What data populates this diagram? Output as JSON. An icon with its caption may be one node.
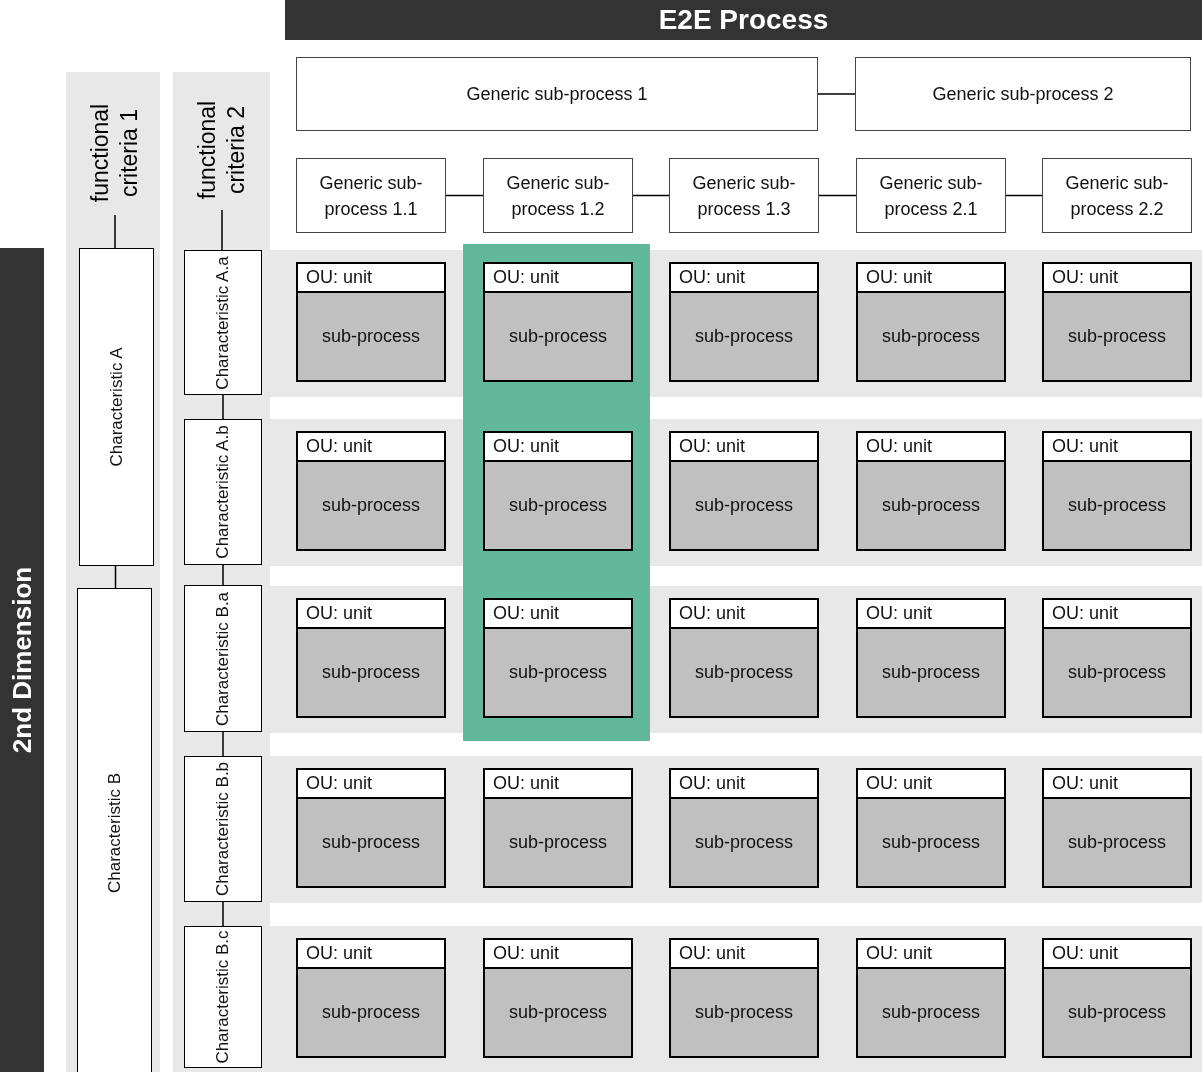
{
  "diagram": {
    "nodes": [
      {
        "text": [
          "E2E Process"
        ]
      },
      {
        "text": [
          "2nd Dimension"
        ]
      },
      {
        "text": [
          "functional criteria 1"
        ]
      },
      {
        "text": [
          "functional criteria 2"
        ]
      },
      {
        "text": [
          "Generic sub-process 1"
        ]
      },
      {
        "text": [
          "Generic sub-process 2"
        ]
      },
      {
        "text": [
          "Generic sub-process 1.1"
        ]
      },
      {
        "text": [
          "Generic sub-process 1.2"
        ]
      },
      {
        "text": [
          "Generic sub-process 1.3"
        ]
      },
      {
        "text": [
          "Generic sub-process 2.1"
        ]
      },
      {
        "text": [
          "Generic sub-process 2.2"
        ]
      },
      {
        "text": [
          "Characteristic A"
        ]
      },
      {
        "text": [
          "Characteristic B"
        ]
      },
      {
        "text": [
          "Characteristic A.a"
        ]
      },
      {
        "text": [
          "Characteristic A.b"
        ]
      },
      {
        "text": [
          "Characteristic B.a"
        ]
      },
      {
        "text": [
          "Characteristic B.b"
        ]
      },
      {
        "text": [
          "Characteristic B.c"
        ]
      },
      {
        "text": [
          "OU: unit",
          "sub-process"
        ]
      },
      {
        "text": [
          "OU: unit",
          "sub-process"
        ]
      },
      {
        "text": [
          "OU: unit",
          "sub-process"
        ]
      },
      {
        "text": [
          "OU: unit",
          "sub-process"
        ]
      },
      {
        "text": [
          "OU: unit",
          "sub-process"
        ]
      },
      {
        "text": [
          "OU: unit",
          "sub-process"
        ]
      },
      {
        "text": [
          "OU: unit",
          "sub-process"
        ]
      },
      {
        "text": [
          "OU: unit",
          "sub-process"
        ]
      },
      {
        "text": [
          "OU: unit",
          "sub-process"
        ]
      },
      {
        "text": [
          "OU: unit",
          "sub-process"
        ]
      },
      {
        "text": [
          "OU: unit",
          "sub-process"
        ]
      },
      {
        "text": [
          "OU: unit",
          "sub-process"
        ]
      },
      {
        "text": [
          "OU: unit",
          "sub-process"
        ]
      },
      {
        "text": [
          "OU: unit",
          "sub-process"
        ]
      },
      {
        "text": [
          "OU: unit",
          "sub-process"
        ]
      },
      {
        "text": [
          "OU: unit",
          "sub-process"
        ]
      },
      {
        "text": [
          "OU: unit",
          "sub-process"
        ]
      },
      {
        "text": [
          "OU: unit",
          "sub-process"
        ]
      },
      {
        "text": [
          "OU: unit",
          "sub-process"
        ]
      },
      {
        "text": [
          "OU: unit",
          "sub-process"
        ]
      },
      {
        "text": [
          "OU: unit",
          "sub-process"
        ]
      },
      {
        "text": [
          "OU: unit",
          "sub-process"
        ]
      },
      {
        "text": [
          "OU: unit",
          "sub-process"
        ]
      },
      {
        "text": [
          "OU: unit",
          "sub-process"
        ]
      },
      {
        "text": [
          "OU: unit",
          "sub-process"
        ]
      }
    ],
    "edges": [
      {
        "from": 2,
        "to": 11,
        "arrow": "none"
      },
      {
        "from": 11,
        "to": 12,
        "arrow": "none"
      },
      {
        "from": 3,
        "to": 13,
        "arrow": "none"
      },
      {
        "from": 13,
        "to": 14,
        "arrow": "none"
      },
      {
        "from": 14,
        "to": 15,
        "arrow": "none"
      },
      {
        "from": 15,
        "to": 16,
        "arrow": "none"
      },
      {
        "from": 16,
        "to": 17,
        "arrow": "none"
      },
      {
        "from": 4,
        "to": 5,
        "arrow": "none"
      },
      {
        "from": 6,
        "to": 7,
        "arrow": "none"
      },
      {
        "from": 7,
        "to": 8,
        "arrow": "none"
      },
      {
        "from": 8,
        "to": 9,
        "arrow": "none"
      },
      {
        "from": 9,
        "to": 10,
        "arrow": "none"
      }
    ]
  }
}
